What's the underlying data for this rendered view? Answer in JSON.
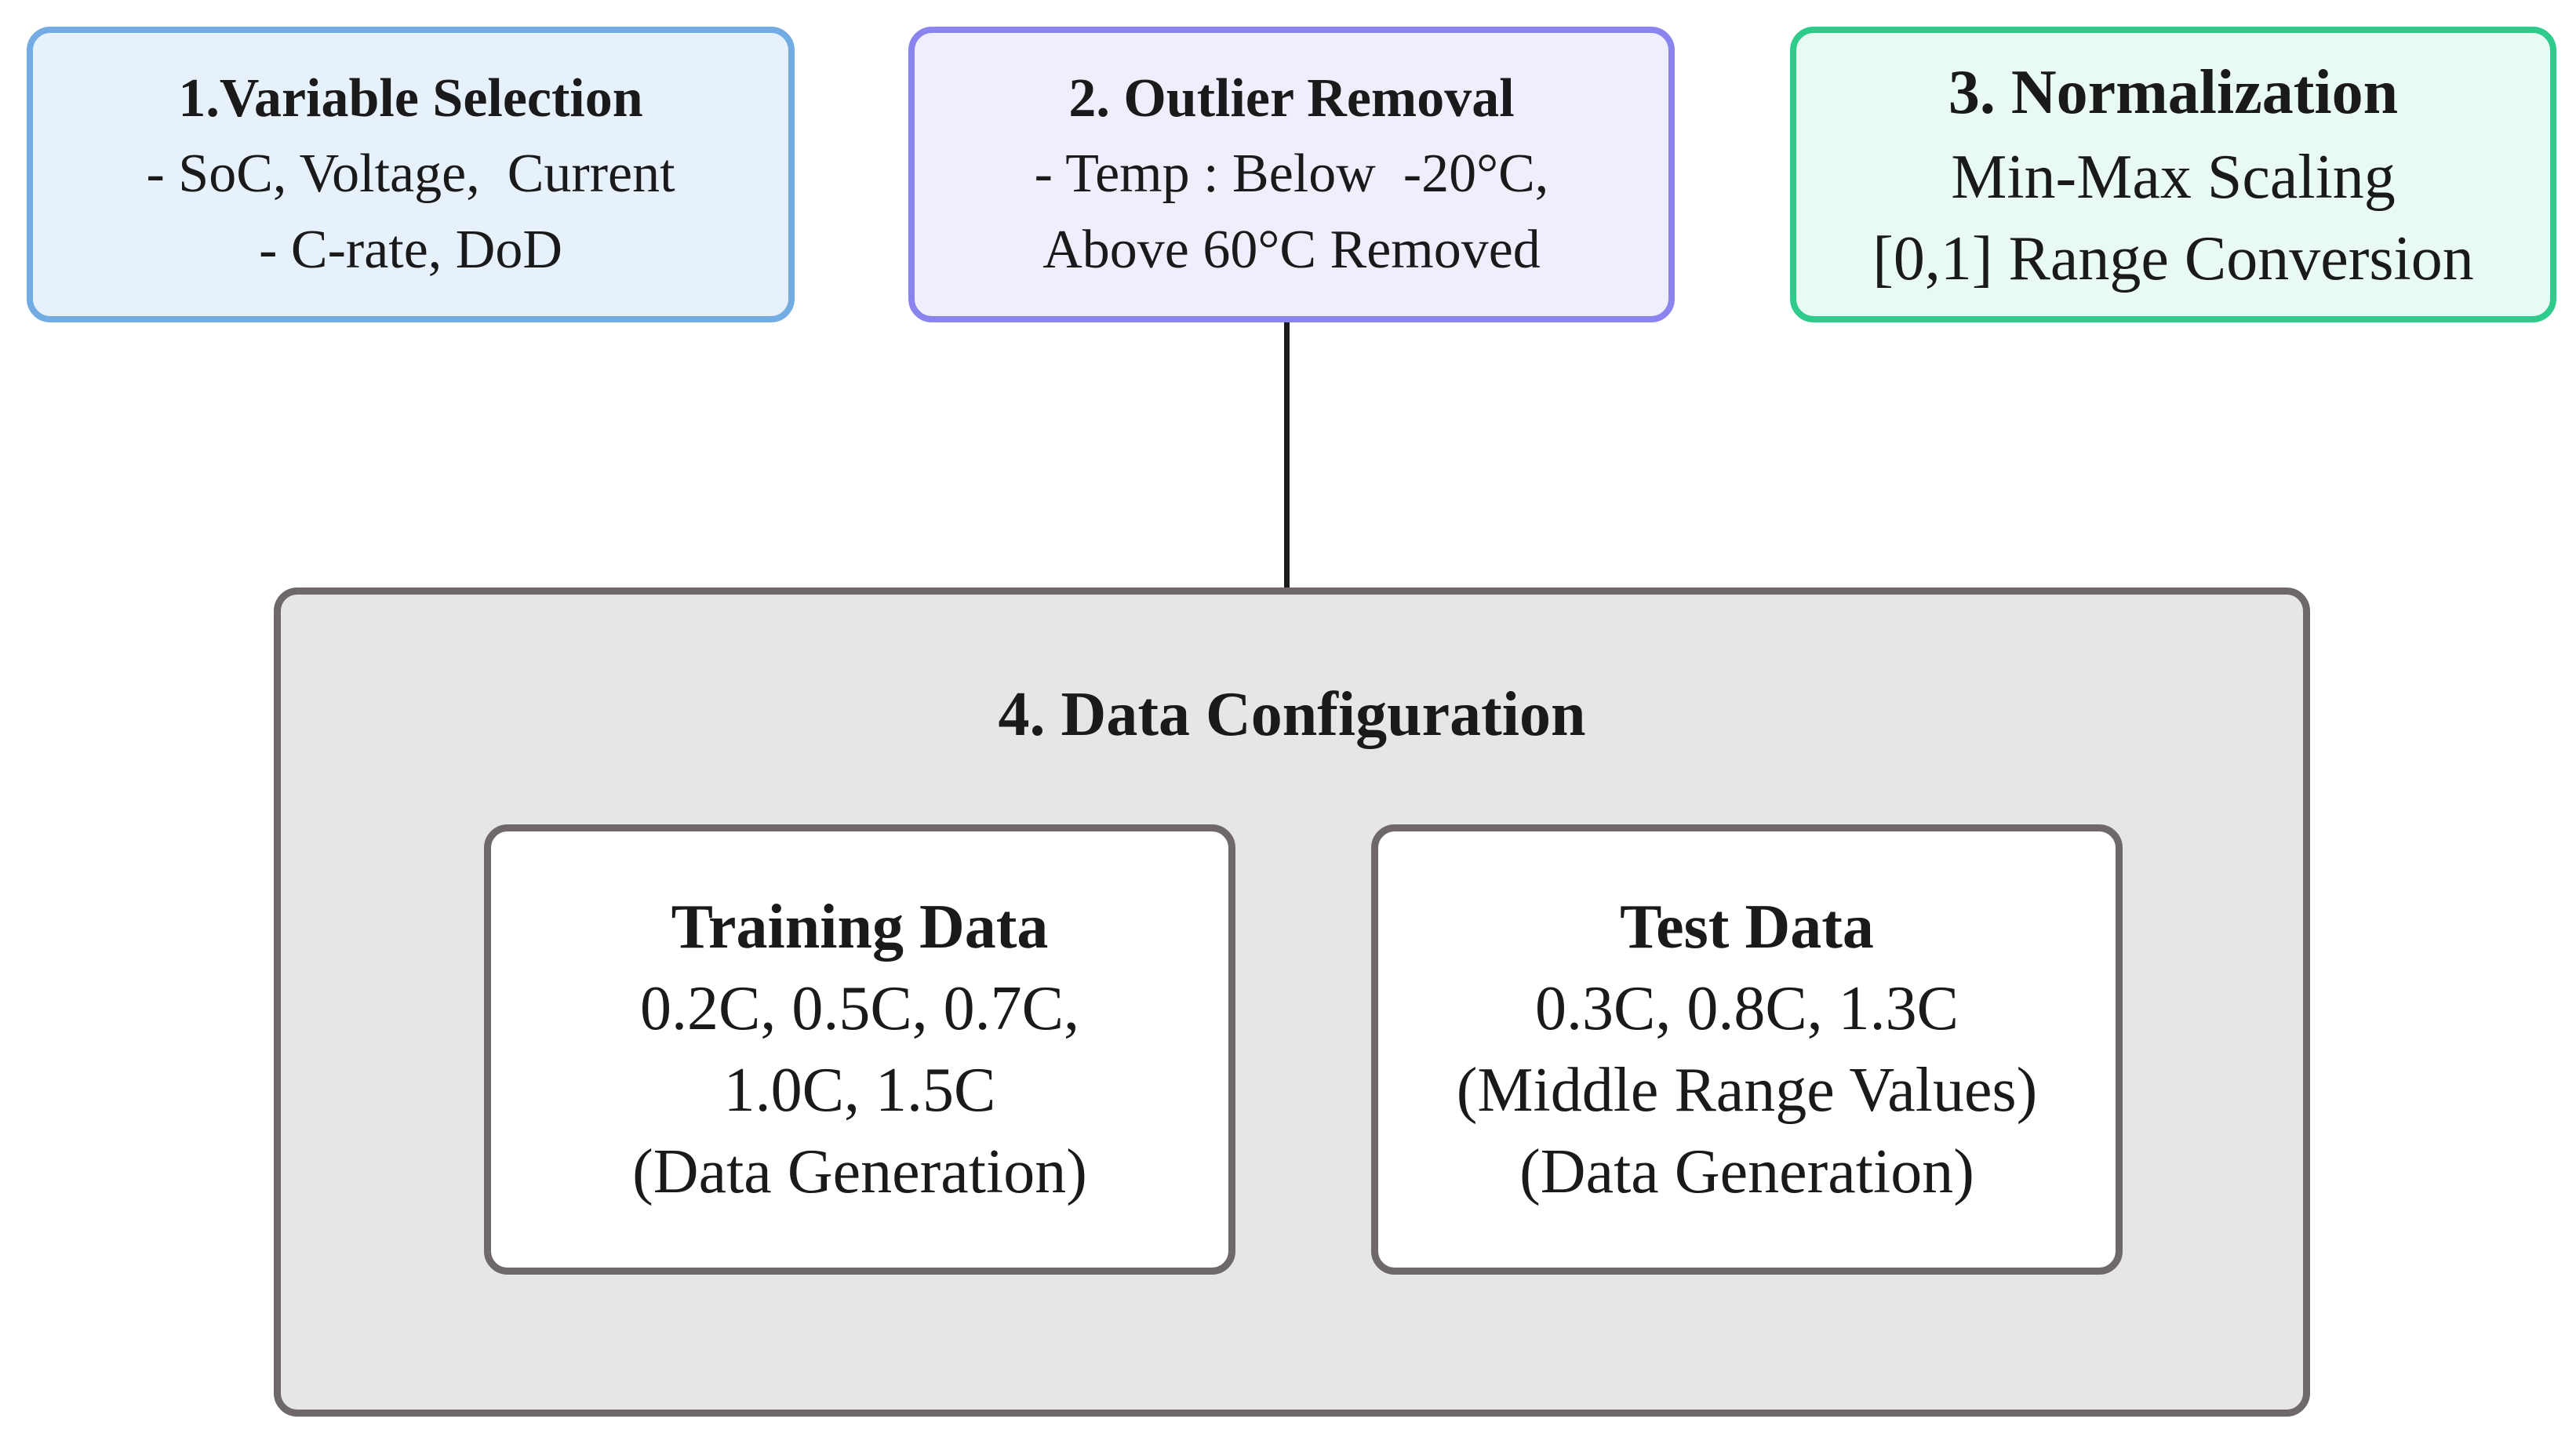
{
  "steps": [
    {
      "title": "1.Variable Selection",
      "lines": [
        "- SoC, Voltage,  Current",
        "- C-rate, DoD"
      ],
      "fill": "#e7f1fc",
      "stroke": "#73abe3"
    },
    {
      "title": "2. Outlier Removal",
      "lines": [
        "- Temp : Below  -20°C,",
        "Above 60°C Removed"
      ],
      "fill": "#efeefd",
      "stroke": "#8a85ee"
    },
    {
      "title": "3. Normalization",
      "lines": [
        "Min-Max Scaling",
        "[0,1] Range Conversion"
      ],
      "fill": "#e9f9f4",
      "stroke": "#2fcb8c"
    }
  ],
  "configuration": {
    "title": "4. Data Configuration",
    "fill": "#e6e6e6",
    "stroke": "#6e6868",
    "training": {
      "title": "Training  Data",
      "lines": [
        "0.2C, 0.5C, 0.7C,",
        "1.0C, 1.5C",
        "(Data Generation)"
      ]
    },
    "test": {
      "title": "Test Data",
      "lines": [
        "0.3C, 0.8C, 1.3C",
        "(Middle Range Values)",
        "(Data Generation)"
      ]
    }
  }
}
